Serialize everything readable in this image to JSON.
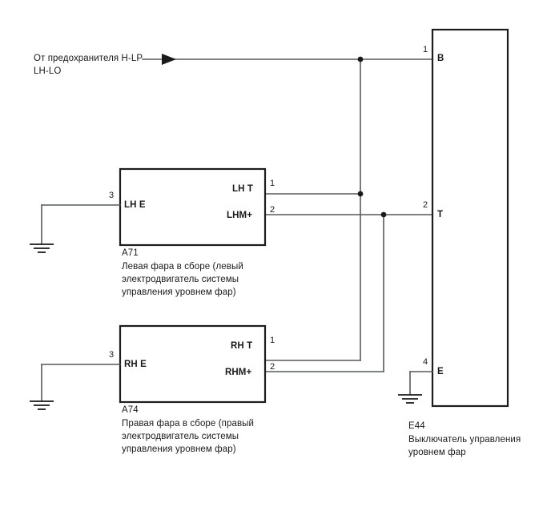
{
  "diagram": {
    "title": "Headlight leveling system wiring diagram",
    "line_color": "#555a5e",
    "box_color": "#1d1d1f",
    "background": "#ffffff"
  },
  "source": {
    "label_line1": "От предохранителя H-LP",
    "label_line2": "LH-LO"
  },
  "components": {
    "a71": {
      "ref": "A71",
      "desc_line1": "Левая фара в сборе (левый",
      "desc_line2": "электродвигатель системы",
      "desc_line3": "управления уровнем фар)",
      "terminals": {
        "left": {
          "pin": "3",
          "name": "LH E"
        },
        "right_top": {
          "pin": "1",
          "name": "LH T"
        },
        "right_bottom": {
          "pin": "2",
          "name": "LHM+"
        }
      }
    },
    "a74": {
      "ref": "A74",
      "desc_line1": "Правая фара в сборе (правый",
      "desc_line2": "электродвигатель системы",
      "desc_line3": "управления уровнем фар)",
      "terminals": {
        "left": {
          "pin": "3",
          "name": "RH E"
        },
        "right_top": {
          "pin": "1",
          "name": "RH T"
        },
        "right_bottom": {
          "pin": "2",
          "name": "RHM+"
        }
      }
    },
    "e44": {
      "ref": "E44",
      "desc_line1": "Выключатель управления",
      "desc_line2": "уровнем фар",
      "terminals": {
        "b": {
          "pin": "1",
          "name": "B"
        },
        "t": {
          "pin": "2",
          "name": "T"
        },
        "e": {
          "pin": "4",
          "name": "E"
        }
      }
    }
  }
}
